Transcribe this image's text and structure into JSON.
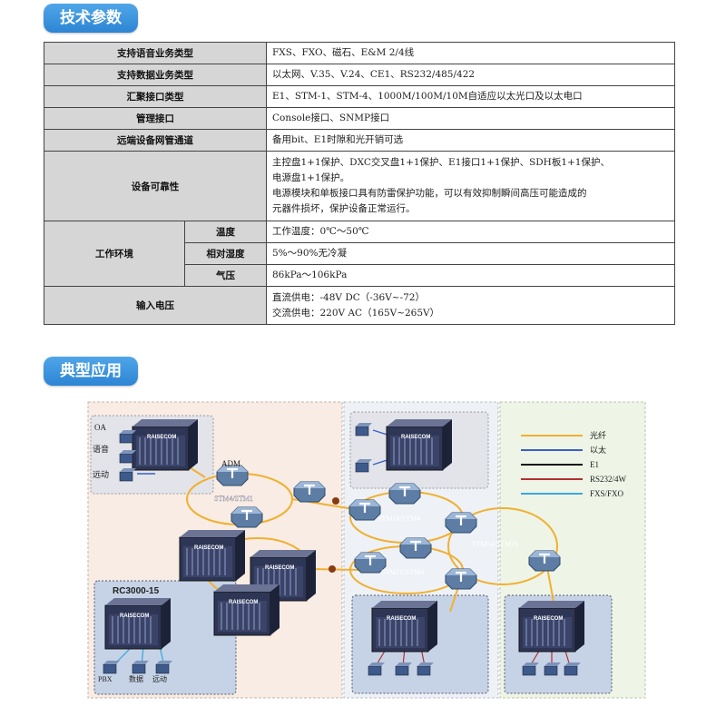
{
  "section1": {
    "title": "技术参数"
  },
  "specs": {
    "voice_label": "支持语音业务类型",
    "voice_value": "FXS、FXO、磁石、E&M 2/4线",
    "data_label": "支持数据业务类型",
    "data_value": "以太网、V.35、V.24、CE1、RS232/485/422",
    "agg_label": "汇聚接口类型",
    "agg_value": "E1、STM-1、STM-4、1000M/100M/10M自适应以太光口及以太电口",
    "mgmt_label": "管理接口",
    "mgmt_value": "Console接口、SNMP接口",
    "remote_label": "远端设备网管通道",
    "remote_value": "备用bit、E1时隙和光开销可选",
    "rel_label": "设备可靠性",
    "rel_line1": "主控盘1+1保护、DXC交叉盘1+1保护、E1接口1+1保护、SDH板1+1保护、",
    "rel_line2": "电源盘1+1保护。",
    "rel_line3": "电源模块和单板接口具有防雷保护功能，可以有效抑制瞬间高压可能造成的",
    "rel_line4": "元器件损坏，保护设备正常运行。",
    "env_label": "工作环境",
    "temp_label": "温度",
    "temp_value": "工作温度：0℃～50℃",
    "hum_label": "相对湿度",
    "hum_value": "5%～90%无冷凝",
    "press_label": "气压",
    "press_value": "86kPa～106kPa",
    "power_label": "输入电压",
    "power_line1": "直流供电：-48V DC（-36V~-72）",
    "power_line2": "交流供电：220V AC（165V~265V）"
  },
  "section2": {
    "title": "典型应用"
  },
  "diagram": {
    "left_labels": {
      "oa": "OA",
      "voice": "语音",
      "video": "远动"
    },
    "adm": "ADM",
    "ring1": "STM4/STM1",
    "ring2": "STM16/STM4",
    "ring3": "STM16/STM4",
    "ring4": "STM64/STM16",
    "rc_title": "RC3000-15",
    "rc_labels": {
      "pbx": "PBX",
      "data": "数据",
      "video": "远动"
    },
    "brand": "RAISECOM",
    "legend": [
      {
        "label": "光纤",
        "color": "#f0b030"
      },
      {
        "label": "以太",
        "color": "#3a5fc8"
      },
      {
        "label": "E1",
        "color": "#111111"
      },
      {
        "label": "RS232/4W",
        "color": "#b03030"
      },
      {
        "label": "FXS/FXO",
        "color": "#3aa8e0"
      }
    ]
  }
}
